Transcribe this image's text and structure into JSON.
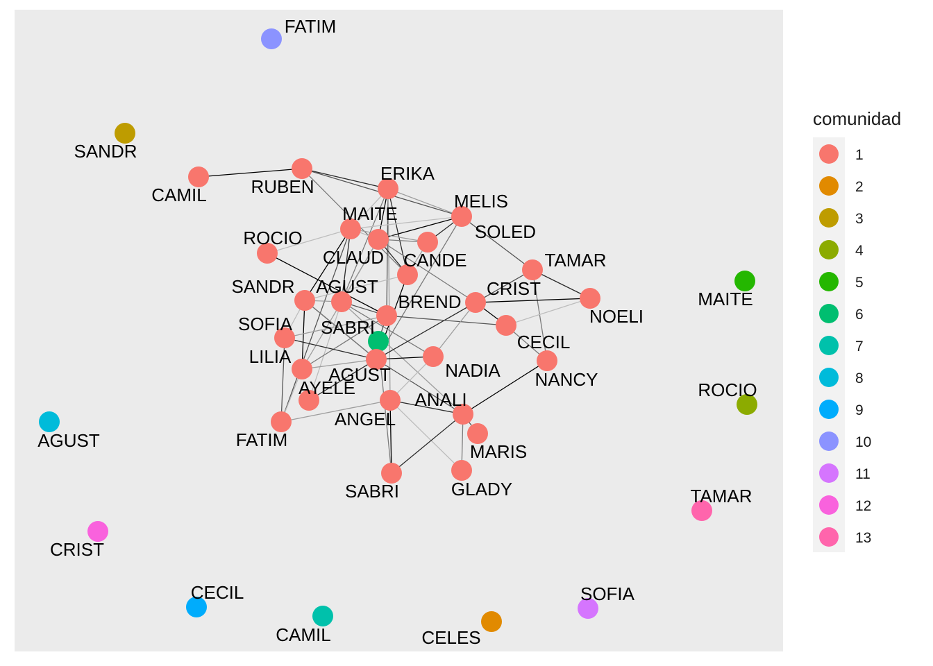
{
  "legend": {
    "title": "comunidad",
    "entries": [
      {
        "label": "1",
        "color": "#F8766D"
      },
      {
        "label": "2",
        "color": "#E18A00"
      },
      {
        "label": "3",
        "color": "#BE9C00"
      },
      {
        "label": "4",
        "color": "#8CAB00"
      },
      {
        "label": "5",
        "color": "#24B700"
      },
      {
        "label": "6",
        "color": "#00BE70"
      },
      {
        "label": "7",
        "color": "#00C1AB"
      },
      {
        "label": "8",
        "color": "#00BBDA"
      },
      {
        "label": "9",
        "color": "#00ACFC"
      },
      {
        "label": "10",
        "color": "#8B93FF"
      },
      {
        "label": "11",
        "color": "#D575FE"
      },
      {
        "label": "12",
        "color": "#F962DD"
      },
      {
        "label": "13",
        "color": "#FF65AC"
      }
    ]
  },
  "colors": {
    "panel_background": "#EBEBEB",
    "legend_key_background": "#F2F2F2"
  },
  "chart_data": {
    "type": "network",
    "nodes": [
      {
        "id": "n0",
        "label": "FATIM",
        "community": 10
      },
      {
        "id": "n1",
        "label": "SANDR",
        "community": 3
      },
      {
        "id": "n2",
        "label": "CAMIL",
        "community": 1
      },
      {
        "id": "n3",
        "label": "RUBEN",
        "community": 1
      },
      {
        "id": "n4",
        "label": "ERIKA",
        "community": 1
      },
      {
        "id": "n5",
        "label": "MELIS",
        "community": 1
      },
      {
        "id": "n6",
        "label": "MAITE",
        "community": 1
      },
      {
        "id": "n7",
        "label": "SOLED",
        "community": 1
      },
      {
        "id": "n8",
        "label": "ROCIO",
        "community": 1
      },
      {
        "id": "n9",
        "label": "CLAUD",
        "community": 1
      },
      {
        "id": "n10",
        "label": "CANDE",
        "community": 1
      },
      {
        "id": "n11",
        "label": "TAMAR",
        "community": 1
      },
      {
        "id": "n12",
        "label": "SANDR",
        "community": 1
      },
      {
        "id": "n13",
        "label": "AGUST",
        "community": 1
      },
      {
        "id": "n14",
        "label": "CRIST",
        "community": 1
      },
      {
        "id": "n15",
        "label": "BREND",
        "community": 1
      },
      {
        "id": "n16",
        "label": "NOELI",
        "community": 1
      },
      {
        "id": "n17",
        "label": "SOFIA",
        "community": 1
      },
      {
        "id": "n18",
        "label": "SABRI",
        "community": 6
      },
      {
        "id": "n19",
        "label": "CECIL",
        "community": 1
      },
      {
        "id": "n20",
        "label": "LILIA",
        "community": 1
      },
      {
        "id": "n21",
        "label": "AGUST",
        "community": 1
      },
      {
        "id": "n22",
        "label": "NADIA",
        "community": 1
      },
      {
        "id": "n23",
        "label": "NANCY",
        "community": 1
      },
      {
        "id": "n24",
        "label": "AYELE",
        "community": 1
      },
      {
        "id": "n25",
        "label": "ANALI",
        "community": 1
      },
      {
        "id": "n26",
        "label": "ANGEL",
        "community": 1
      },
      {
        "id": "n27",
        "label": "FATIM",
        "community": 1
      },
      {
        "id": "n28",
        "label": "MARIS",
        "community": 1
      },
      {
        "id": "n29",
        "label": "SABRI",
        "community": 1
      },
      {
        "id": "n30",
        "label": "GLADY",
        "community": 1
      },
      {
        "id": "n31",
        "label": "MAITE",
        "community": 5
      },
      {
        "id": "n32",
        "label": "ROCIO",
        "community": 4
      },
      {
        "id": "n33",
        "label": "AGUST",
        "community": 8
      },
      {
        "id": "n34",
        "label": "TAMAR",
        "community": 13
      },
      {
        "id": "n35",
        "label": "CRIST",
        "community": 12
      },
      {
        "id": "n36",
        "label": "CECIL",
        "community": 9
      },
      {
        "id": "n37",
        "label": "SOFIA",
        "community": 11
      },
      {
        "id": "n38",
        "label": "CAMIL",
        "community": 7
      },
      {
        "id": "n39",
        "label": "CELES",
        "community": 2
      }
    ],
    "edges": [
      [
        "n2",
        "n3"
      ],
      [
        "n3",
        "n4"
      ],
      [
        "n3",
        "n5"
      ],
      [
        "n3",
        "n10"
      ],
      [
        "n4",
        "n5"
      ],
      [
        "n4",
        "n6"
      ],
      [
        "n4",
        "n9"
      ],
      [
        "n4",
        "n10"
      ],
      [
        "n4",
        "n15"
      ],
      [
        "n4",
        "n13"
      ],
      [
        "n4",
        "n26"
      ],
      [
        "n5",
        "n6"
      ],
      [
        "n5",
        "n9"
      ],
      [
        "n5",
        "n7"
      ],
      [
        "n5",
        "n11"
      ],
      [
        "n5",
        "n21"
      ],
      [
        "n6",
        "n7"
      ],
      [
        "n6",
        "n9"
      ],
      [
        "n6",
        "n12"
      ],
      [
        "n6",
        "n13"
      ],
      [
        "n6",
        "n27"
      ],
      [
        "n7",
        "n9"
      ],
      [
        "n7",
        "n10"
      ],
      [
        "n8",
        "n6"
      ],
      [
        "n8",
        "n15"
      ],
      [
        "n9",
        "n10"
      ],
      [
        "n9",
        "n13"
      ],
      [
        "n9",
        "n14"
      ],
      [
        "n9",
        "n20"
      ],
      [
        "n10",
        "n12"
      ],
      [
        "n10",
        "n21"
      ],
      [
        "n11",
        "n16"
      ],
      [
        "n11",
        "n14"
      ],
      [
        "n11",
        "n23"
      ],
      [
        "n12",
        "n13"
      ],
      [
        "n12",
        "n17"
      ],
      [
        "n12",
        "n20"
      ],
      [
        "n12",
        "n21"
      ],
      [
        "n13",
        "n15"
      ],
      [
        "n13",
        "n22"
      ],
      [
        "n13",
        "n25"
      ],
      [
        "n13",
        "n24"
      ],
      [
        "n14",
        "n19"
      ],
      [
        "n14",
        "n21"
      ],
      [
        "n15",
        "n19"
      ],
      [
        "n15",
        "n20"
      ],
      [
        "n15",
        "n17"
      ],
      [
        "n16",
        "n19"
      ],
      [
        "n16",
        "n14"
      ],
      [
        "n17",
        "n21"
      ],
      [
        "n17",
        "n27"
      ],
      [
        "n19",
        "n23"
      ],
      [
        "n20",
        "n21"
      ],
      [
        "n20",
        "n27"
      ],
      [
        "n21",
        "n22"
      ],
      [
        "n21",
        "n24"
      ],
      [
        "n21",
        "n25"
      ],
      [
        "n21",
        "n12"
      ],
      [
        "n22",
        "n14"
      ],
      [
        "n22",
        "n26"
      ],
      [
        "n23",
        "n25"
      ],
      [
        "n25",
        "n26"
      ],
      [
        "n25",
        "n28"
      ],
      [
        "n25",
        "n30"
      ],
      [
        "n26",
        "n27"
      ],
      [
        "n26",
        "n30"
      ],
      [
        "n26",
        "n29"
      ],
      [
        "n29",
        "n25"
      ],
      [
        "n15",
        "n18"
      ],
      [
        "n18",
        "n29"
      ]
    ]
  }
}
